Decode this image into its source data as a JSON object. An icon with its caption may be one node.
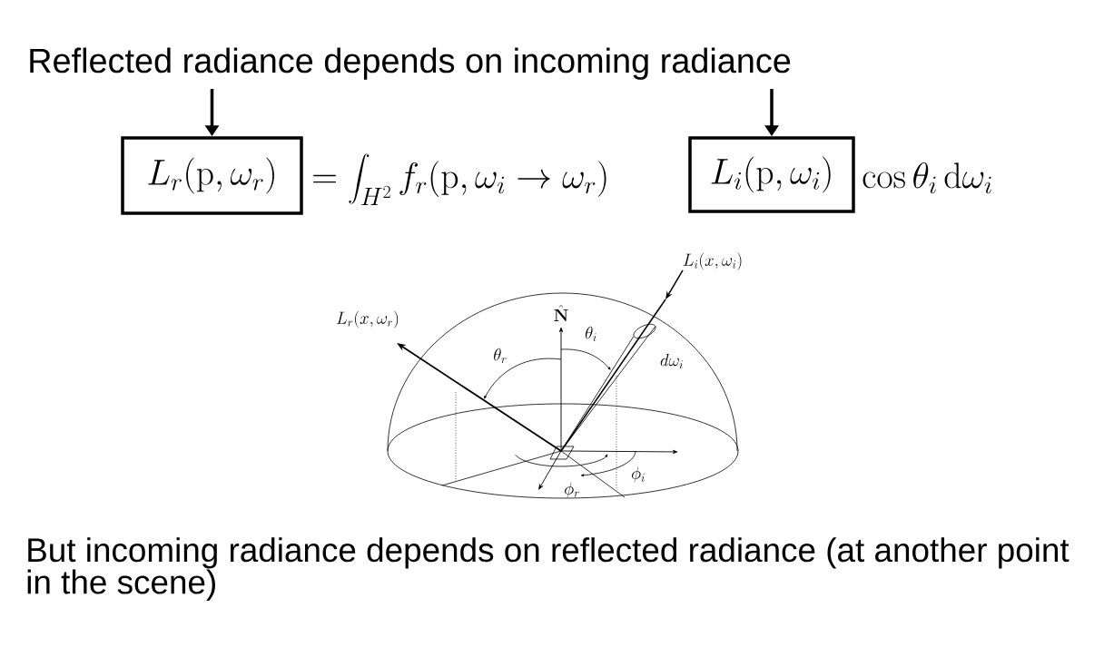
{
  "diagram": {
    "caption": "But incoming radiance depends on reflected radiance (at another point in the scene)",
    "nodes": [
      {
        "text": [
          "Reflected radiance depends on incoming radiance"
        ]
      },
      {
        "text": [
          "L_r(\\mathrm{p},\\omega_r)"
        ]
      },
      {
        "text": [
          "L_i(\\mathrm{p},\\omega_i)"
        ]
      }
    ],
    "edges": [
      {
        "from": 0,
        "to": 1,
        "arrow": "to"
      },
      {
        "from": 0,
        "to": 2,
        "arrow": "to"
      }
    ],
    "labels": [
      "=\\int_{H^2} f_r(\\mathrm{p},\\omega_i\\rightarrow\\omega_r)",
      "\\cos\\theta_i\\,\\mathrm{d}\\omega_i",
      "L_i(x,\\omega_i)",
      "\\hat{\\mathbf{N}}",
      "L_r(x,\\omega_r)",
      "\\theta_i",
      "\\theta_r",
      "d\\omega_i",
      "\\phi_i",
      "\\phi_r"
    ]
  }
}
